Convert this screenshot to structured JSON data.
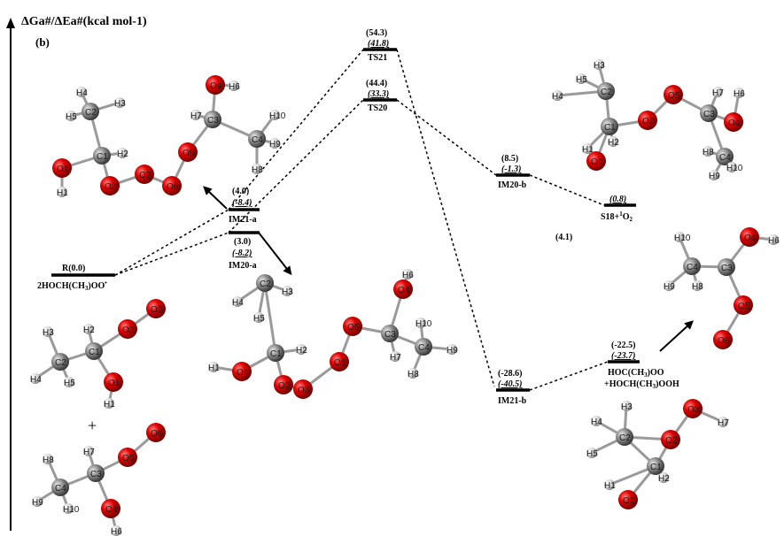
{
  "axis_title": "ΔGa#/ΔEa#(kcal mol-1)",
  "panel_label": "(b)",
  "levels": {
    "R": {
      "name": "R(0.0)",
      "sub": "2HOCH(CH3)OO•"
    },
    "IM21a": {
      "name": "IM21-a",
      "g": "(4.0)",
      "e": "(-8.4)"
    },
    "IM20a": {
      "name": "IM20-a",
      "g": "(3.0)",
      "e": "(-8.2)"
    },
    "TS21": {
      "name": "TS21",
      "g": "(54.3)",
      "e": "(41.8)"
    },
    "TS20": {
      "name": "TS20",
      "g": "(44.4)",
      "e": "(33.3)"
    },
    "IM20b": {
      "name": "IM20-b",
      "g": "(8.5)",
      "e": "(-1.3)"
    },
    "S18": {
      "name": "S18+1O2",
      "e": "(0.8)"
    },
    "IM21b": {
      "name": "IM21-b",
      "g": "(-28.6)",
      "e": "(-40.5)"
    },
    "P": {
      "name1": "HOC(CH3)OO",
      "name2": "+HOCH(CH3)OOH",
      "g": "(-22.5)",
      "e": "(-23.7)"
    }
  },
  "extra_value": "(4.1)",
  "plus_sign": "+",
  "atoms": {
    "mol_im21a": [
      "H4",
      "C2",
      "H3",
      "H5",
      "C1",
      "H2",
      "O1",
      "H1",
      "O2",
      "O3",
      "O6",
      "O5",
      "C3",
      "H7",
      "O4",
      "H6",
      "C4",
      "H10",
      "H9",
      "H8"
    ],
    "mol_im20a": [
      "C2",
      "H3",
      "H4",
      "H5",
      "C1",
      "H2",
      "H1",
      "O1",
      "O2",
      "O3",
      "O6",
      "O5",
      "C3",
      "O4",
      "H6",
      "H10",
      "C4",
      "H9",
      "H7",
      "H8"
    ],
    "mol_reactant_1": [
      "H3",
      "H2",
      "O3",
      "C2",
      "C1",
      "O2",
      "H4",
      "H5",
      "O1",
      "H1"
    ],
    "mol_reactant_2": [
      "H8",
      "H7",
      "O6",
      "O5",
      "C3",
      "C4",
      "H9",
      "H10",
      "O4",
      "H6"
    ],
    "mol_im20b": [
      "H3",
      "H5",
      "C2",
      "H4",
      "O5",
      "H7",
      "H6",
      "O2",
      "C3",
      "O4",
      "C1",
      "H1",
      "H2",
      "O1",
      "H8",
      "C4",
      "H9",
      "H10"
    ],
    "mol_s18": [
      "H10",
      "O4",
      "H6",
      "C4",
      "C3",
      "H9",
      "H8",
      "O5",
      "O6"
    ],
    "mol_product": [
      "H3",
      "O3",
      "H4",
      "C2",
      "O2",
      "H7",
      "H5",
      "C1",
      "H1",
      "H2",
      "O1"
    ]
  },
  "colors": {
    "oxygen": "#e00000",
    "carbon": "#8a8a8a",
    "hydrogen": "#d8d8d8"
  }
}
